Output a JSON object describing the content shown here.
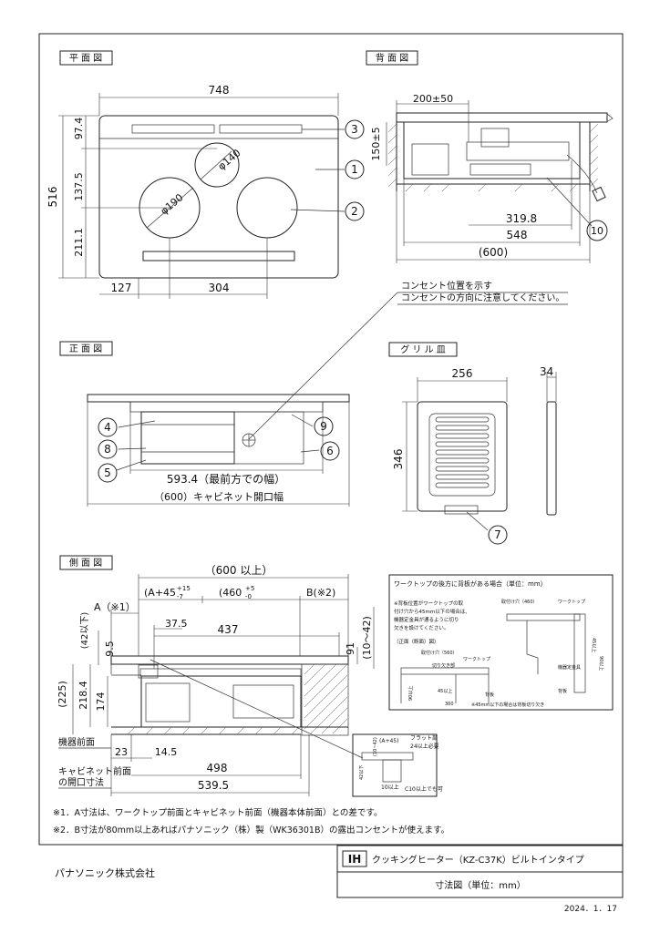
{
  "sections": {
    "plan": "平 面 図",
    "back": "背 面 図",
    "front": "正 面 図",
    "grill": "グ リ ル 皿",
    "side": "側 面 図"
  },
  "plan_dims": {
    "width": "748",
    "depth": "516",
    "d_top": "97.4",
    "d_mid": "137.5",
    "d_bottom": "211.1",
    "w_left": "127",
    "w_center": "304",
    "burner_small": "φ140",
    "burner_large": "φ190"
  },
  "back_dims": {
    "cord": "200±50",
    "height": "150±5",
    "w_inner": "319.8",
    "w_body": "548",
    "w_cab": "(600)"
  },
  "outlet_note": {
    "line1": "コンセント位置を示す",
    "line2": "コンセントの方向に注意してください。"
  },
  "front_dims": {
    "w_front": "593.4（最前方での幅）",
    "w_cab": "（600）キャビネット開口幅"
  },
  "grill_dims": {
    "width": "256",
    "thick": "34",
    "depth": "346"
  },
  "side_dims": {
    "cab": "（600 以上）",
    "a_tol": "(A+45",
    "a_sup": "+15",
    "a_sub": "-7",
    "b_tol": "(460",
    "b_sup": "+5",
    "b_sub": "-0",
    "a_label": "A（※1）",
    "b_label": "B(※2)",
    "d_375": "37.5",
    "d_437": "437",
    "d_42": "(42以下)",
    "d_95": "9.5",
    "d_225": "(225)",
    "d_2184": "218.4",
    "d_174": "174",
    "d_91": "91",
    "d_1042": "(10～42)",
    "d_23": "23",
    "d_145": "14.5",
    "d_498": "498",
    "d_5395": "539.5",
    "front_face": "機器前面",
    "cab_front1": "キャビネット前面",
    "cab_front2": "の開口寸法"
  },
  "inset": {
    "title": "ワークトップの後方に背板がある場合（単位：mm）",
    "note1": "※背板位置がワークトップの取",
    "note2": "付け穴から45mm以下の場合は、",
    "note3": "機器定金具が通るように切り",
    "note4": "欠きを設けてください。",
    "section": "（正面（断面）図）",
    "hole": "取付け穴（560）",
    "notch": "切り欠き部",
    "worktop": "ワークトップ",
    "up": "90以上",
    "d45": "45以上",
    "d300": "300",
    "backboard": "背板",
    "foot": "※45mm以下の場合は背板切り欠き",
    "hole460": "取付け穴（460）",
    "worktop2": "ワークトップ",
    "fix": "機器定金具",
    "backboard2": "背板",
    "side1": "90以上",
    "side2": "45以上"
  },
  "detail": {
    "a": "(A+45)",
    "flat1": "フラット部",
    "flat2": "24以上必要",
    "d1042": "(10~42)",
    "d42": "42以下",
    "d10": "10以上",
    "c10": "C10以上でも可"
  },
  "callouts": [
    "1",
    "2",
    "3",
    "4",
    "5",
    "6",
    "7",
    "8",
    "9",
    "10"
  ],
  "notes": {
    "n1": "※1．A寸法は、ワークトップ前面とキャビネット前面（機器本体前面）との差です。",
    "n2": "※2．B寸法が80mm以上あればパナソニック（株）製（WK36301B）の露出コンセントが使えます。"
  },
  "company": "パナソニック株式会社",
  "title_block": {
    "badge": "IH",
    "product": "クッキングヒーター（KZ-C37K）ビルトインタイプ",
    "drawing": "寸法図（単位：mm）"
  },
  "date": "2024．1．17"
}
